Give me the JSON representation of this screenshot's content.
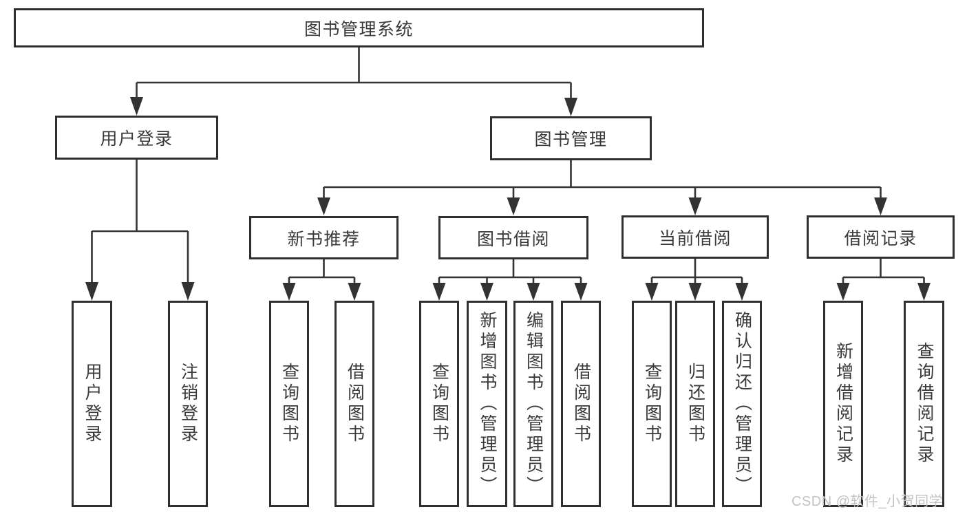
{
  "diagram": {
    "root": {
      "label": "图书管理系统"
    },
    "branches": [
      {
        "label": "用户登录",
        "children": [
          {
            "label": "用户登录"
          },
          {
            "label": "注销登录"
          }
        ]
      },
      {
        "label": "图书管理",
        "children": [
          {
            "label": "新书推荐",
            "children": [
              {
                "label": "查询图书"
              },
              {
                "label": "借阅图书"
              }
            ]
          },
          {
            "label": "图书借阅",
            "children": [
              {
                "label": "查询图书"
              },
              {
                "label": "新增图书（管理员）"
              },
              {
                "label": "编辑图书（管理员）"
              },
              {
                "label": "借阅图书"
              }
            ]
          },
          {
            "label": "当前借阅",
            "children": [
              {
                "label": "查询图书"
              },
              {
                "label": "归还图书"
              },
              {
                "label": "确认归还（管理员）"
              }
            ]
          },
          {
            "label": "借阅记录",
            "children": [
              {
                "label": "新增借阅记录"
              },
              {
                "label": "查询借阅记录"
              }
            ]
          }
        ]
      }
    ]
  },
  "watermark": "CSDN @软件_小贺同学",
  "colors": {
    "line": "#333333",
    "box_border": "#2f2f2f",
    "text": "#3a3a3a",
    "background": "#ffffff",
    "watermark": "#c3c3c3"
  }
}
